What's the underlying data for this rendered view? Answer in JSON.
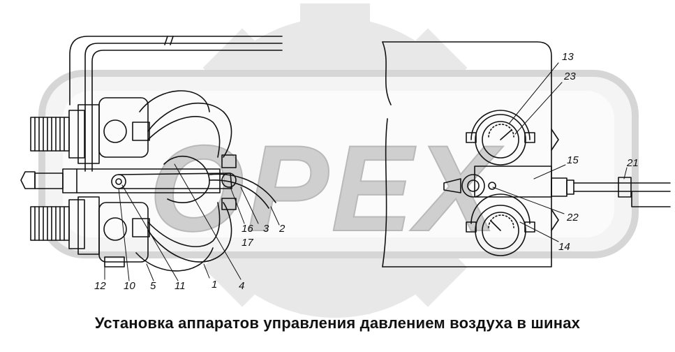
{
  "caption": "Установка аппаратов управления давлением воздуха в шинах",
  "watermark_text": "OPEX",
  "colors": {
    "ink": "#111111",
    "watermark_light": "#e6e6e6",
    "watermark_dark": "#c8c8c8",
    "background": "#ffffff"
  },
  "callouts": [
    {
      "id": "13",
      "text": "13"
    },
    {
      "id": "23",
      "text": "23"
    },
    {
      "id": "15",
      "text": "15"
    },
    {
      "id": "21",
      "text": "21"
    },
    {
      "id": "22",
      "text": "22"
    },
    {
      "id": "14",
      "text": "14"
    },
    {
      "id": "16",
      "text": "16"
    },
    {
      "id": "3",
      "text": "3"
    },
    {
      "id": "2",
      "text": "2"
    },
    {
      "id": "17",
      "text": "17"
    },
    {
      "id": "12",
      "text": "12"
    },
    {
      "id": "10",
      "text": "10"
    },
    {
      "id": "5",
      "text": "5"
    },
    {
      "id": "11",
      "text": "11"
    },
    {
      "id": "1",
      "text": "1"
    },
    {
      "id": "4",
      "text": "4"
    }
  ]
}
